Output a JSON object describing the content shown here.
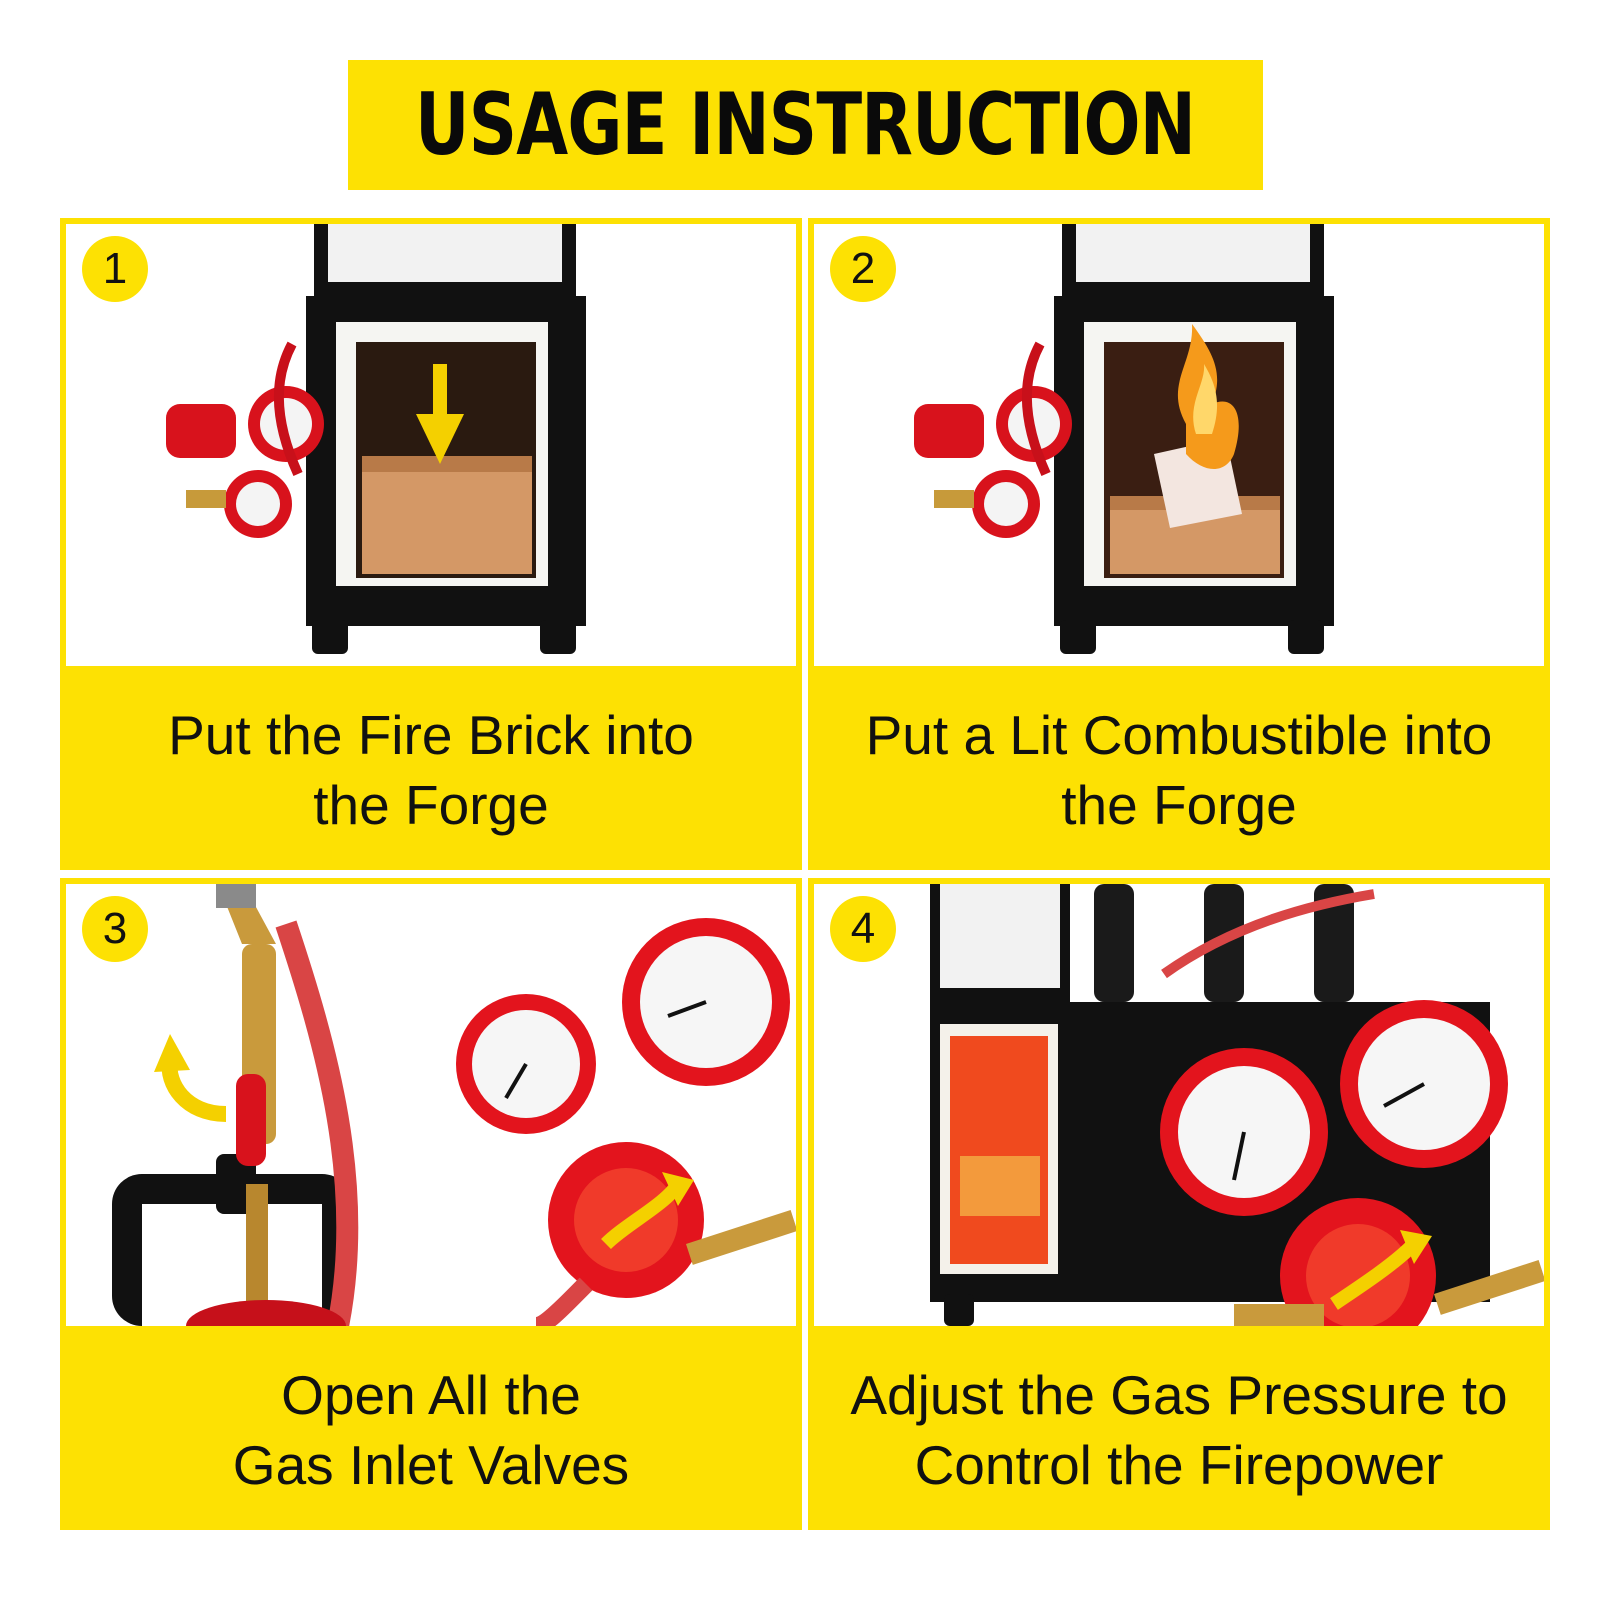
{
  "title": "USAGE INSTRUCTION",
  "steps": [
    {
      "number": "1",
      "caption_line1": "Put the Fire Brick into",
      "caption_line2": "the Forge",
      "illustration": "forge-with-fire-brick-arrow"
    },
    {
      "number": "2",
      "caption_line1": "Put a Lit Combustible into",
      "caption_line2": "the Forge",
      "illustration": "forge-with-burning-paper"
    },
    {
      "number": "3",
      "caption_line1": "Open All the",
      "caption_line2": "Gas Inlet Valves",
      "illustration": "gas-valve-and-regulator"
    },
    {
      "number": "4",
      "caption_line1": "Adjust the Gas Pressure to",
      "caption_line2": "Control the Firepower",
      "illustration": "lit-forge-with-regulator"
    }
  ],
  "colors": {
    "accent": "#fde103",
    "text": "#111111",
    "forge_body": "#111111",
    "regulator_red": "#e3141d"
  }
}
